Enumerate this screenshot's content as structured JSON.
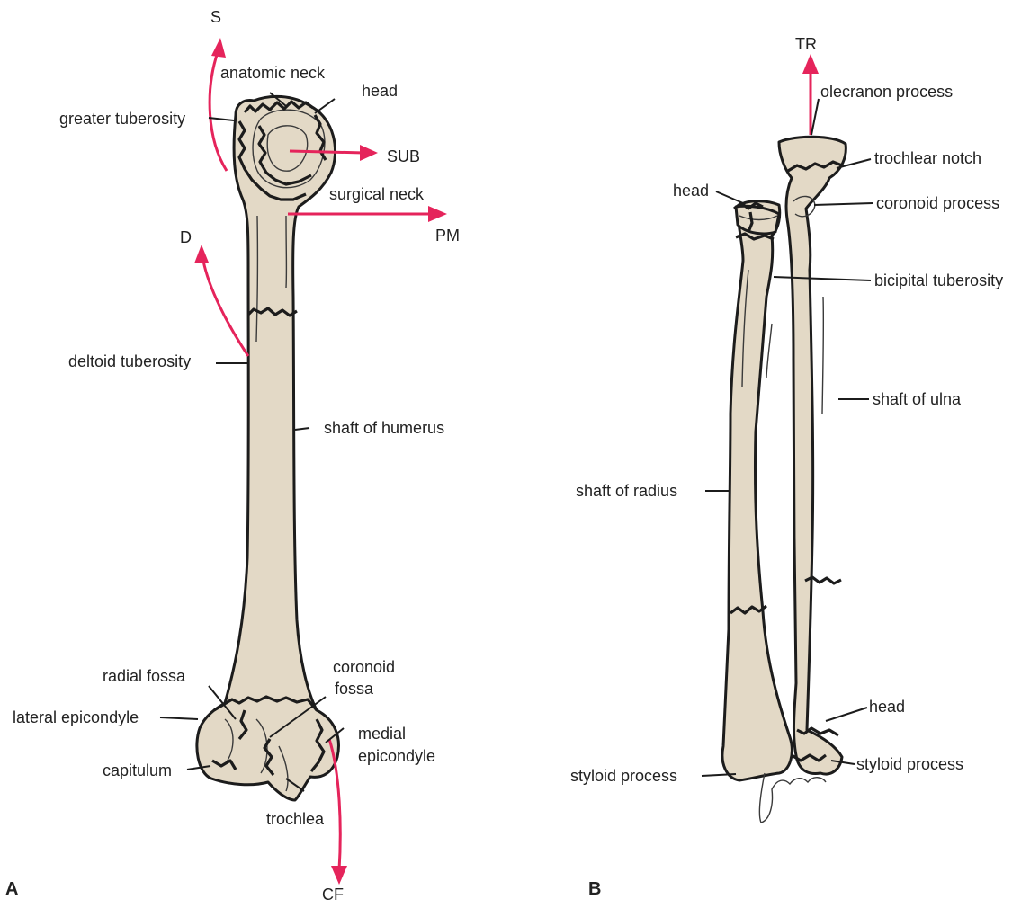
{
  "panels": {
    "a": "A",
    "b": "B"
  },
  "humerus": {
    "arrows": {
      "s": "S",
      "sub": "SUB",
      "pm": "PM",
      "d": "D",
      "cf": "CF"
    },
    "labels": {
      "anatomic_neck": "anatomic neck",
      "head": "head",
      "greater_tuberosity": "greater tuberosity",
      "surgical_neck": "surgical neck",
      "deltoid_tuberosity": "deltoid tuberosity",
      "shaft_of_humerus": "shaft of humerus",
      "radial_fossa": "radial fossa",
      "coronoid_fossa_1": "coronoid",
      "coronoid_fossa_2": "fossa",
      "lateral_epicondyle": "lateral epicondyle",
      "medial_epicondyle_1": "medial",
      "medial_epicondyle_2": "epicondyle",
      "capitulum": "capitulum",
      "trochlea": "trochlea"
    }
  },
  "forearm": {
    "arrows": {
      "tr": "TR"
    },
    "labels": {
      "olecranon_process": "olecranon process",
      "trochlear_notch": "trochlear notch",
      "head_radius": "head",
      "coronoid_process": "coronoid process",
      "bicipital_tuberosity": "bicipital tuberosity",
      "shaft_of_ulna": "shaft of ulna",
      "shaft_of_radius": "shaft of radius",
      "head_ulna": "head",
      "styloid_process_radius": "styloid process",
      "styloid_process_ulna": "styloid process"
    }
  },
  "colors": {
    "bone": "#e3d9c6",
    "outline": "#1c1c1c",
    "arrow": "#e5245b"
  }
}
